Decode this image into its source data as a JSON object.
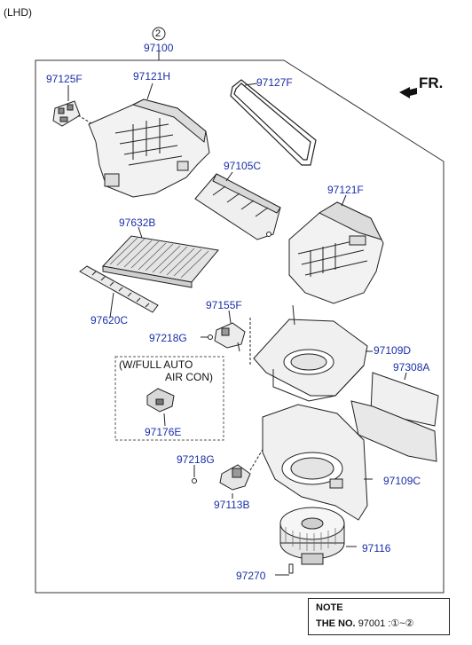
{
  "drive_side": "(LHD)",
  "group": {
    "circled": "2",
    "part": "97100"
  },
  "direction": "FR.",
  "parts": {
    "p97125F": "97125F",
    "p97121H": "97121H",
    "p97127F": "97127F",
    "p97105C": "97105C",
    "p97121F": "97121F",
    "p97632B": "97632B",
    "p97620C": "97620C",
    "p97155F": "97155F",
    "p97218G_top": "97218G",
    "p97109D": "97109D",
    "p97308A": "97308A",
    "p97176E": "97176E",
    "p97218G_bot": "97218G",
    "p97113B": "97113B",
    "p97109C": "97109C",
    "p97116": "97116",
    "p97270": "97270"
  },
  "option_box": {
    "line1": "(W/FULL AUTO",
    "line2": "AIR CON)"
  },
  "note": {
    "title": "NOTE",
    "label": "THE NO.",
    "value": "97001",
    "range": ":①~②"
  },
  "colors": {
    "label_blue": "#1a2fa8",
    "line": "#222222"
  }
}
